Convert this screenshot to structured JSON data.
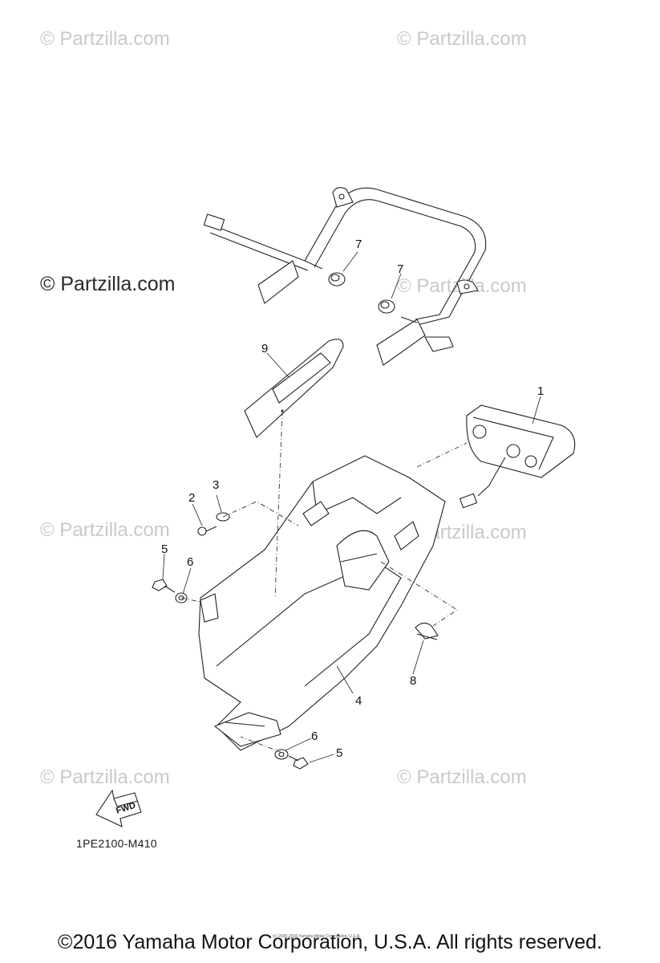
{
  "watermarks": [
    {
      "text": "© Partzilla.com",
      "style": "light"
    },
    {
      "text": "© Partzilla.com",
      "style": "light"
    },
    {
      "text": "© Partzilla.com",
      "style": "dark"
    },
    {
      "text": "© Partzilla.com",
      "style": "light"
    },
    {
      "text": "© Partzilla.com",
      "style": "light"
    },
    {
      "text": "© Partzilla.com",
      "style": "light"
    },
    {
      "text": "© Partzilla.com",
      "style": "light"
    },
    {
      "text": "© Partzilla.com",
      "style": "light"
    }
  ],
  "callouts": {
    "c1": "1",
    "c2": "2",
    "c3": "3",
    "c4": "4",
    "c5a": "5",
    "c5b": "5",
    "c6a": "6",
    "c6b": "6",
    "c7a": "7",
    "c7b": "7",
    "c8": "8",
    "c9": "9"
  },
  "fwd_label": "FWD",
  "reference_code": "1PE2100-M410",
  "copyright": "©2016 Yamaha Motor Corporation, U.S.A. All rights reserved.",
  "fine_print": "(c) 2005-2016 Yamaha Motor Corporation, U.S.A."
}
